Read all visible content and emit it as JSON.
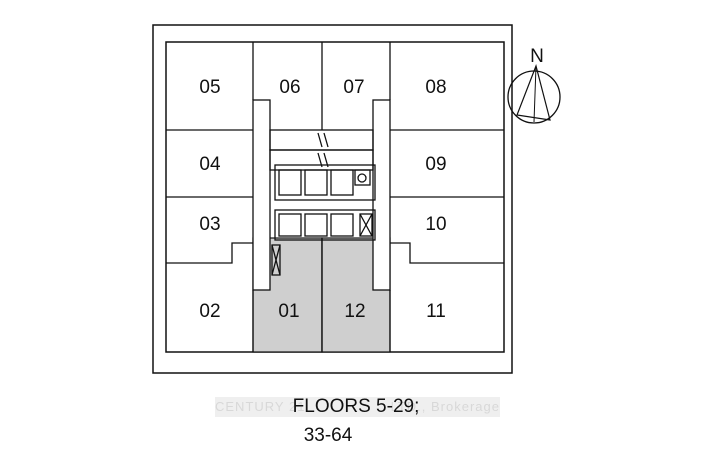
{
  "compass": {
    "label": "N"
  },
  "units": [
    {
      "id": "05",
      "label": "05",
      "highlighted": false
    },
    {
      "id": "06",
      "label": "06",
      "highlighted": false
    },
    {
      "id": "07",
      "label": "07",
      "highlighted": false
    },
    {
      "id": "08",
      "label": "08",
      "highlighted": false
    },
    {
      "id": "04",
      "label": "04",
      "highlighted": false
    },
    {
      "id": "09",
      "label": "09",
      "highlighted": false
    },
    {
      "id": "03",
      "label": "03",
      "highlighted": false
    },
    {
      "id": "10",
      "label": "10",
      "highlighted": false
    },
    {
      "id": "02",
      "label": "02",
      "highlighted": false
    },
    {
      "id": "01",
      "label": "01",
      "highlighted": true
    },
    {
      "id": "12",
      "label": "12",
      "highlighted": true
    },
    {
      "id": "11",
      "label": "11",
      "highlighted": false
    }
  ],
  "caption": {
    "line1": "FLOORS 5-29;",
    "line2": "33-64"
  },
  "watermark": {
    "left": "CENTURY 21",
    "right": "LTD., Brokerage"
  },
  "colors": {
    "highlight": "#cfcfcf",
    "line": "#111111"
  }
}
